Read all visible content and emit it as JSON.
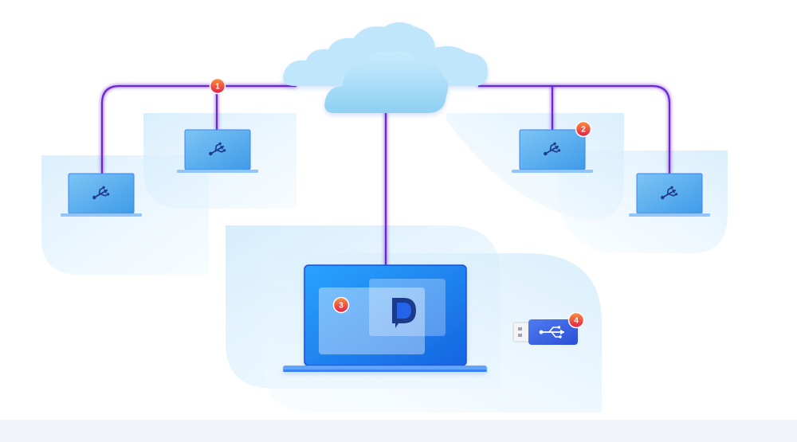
{
  "badges": [
    {
      "label": "1"
    },
    {
      "label": "2"
    },
    {
      "label": "3"
    },
    {
      "label": "4"
    }
  ],
  "colors": {
    "cable": "#6d28d9",
    "badge": "#f43f5e",
    "laptop_screen": "#4aa8f0",
    "halo": "#d6efff",
    "cloud": "#a8dcf7",
    "host_screen": "#1e88f5",
    "footer": "#f1f5f9"
  },
  "icons": {
    "client": "usb-icon",
    "host_logo": "app-logo-icon",
    "dongle": "usb-dongle-icon",
    "network": "cloud-icon"
  }
}
